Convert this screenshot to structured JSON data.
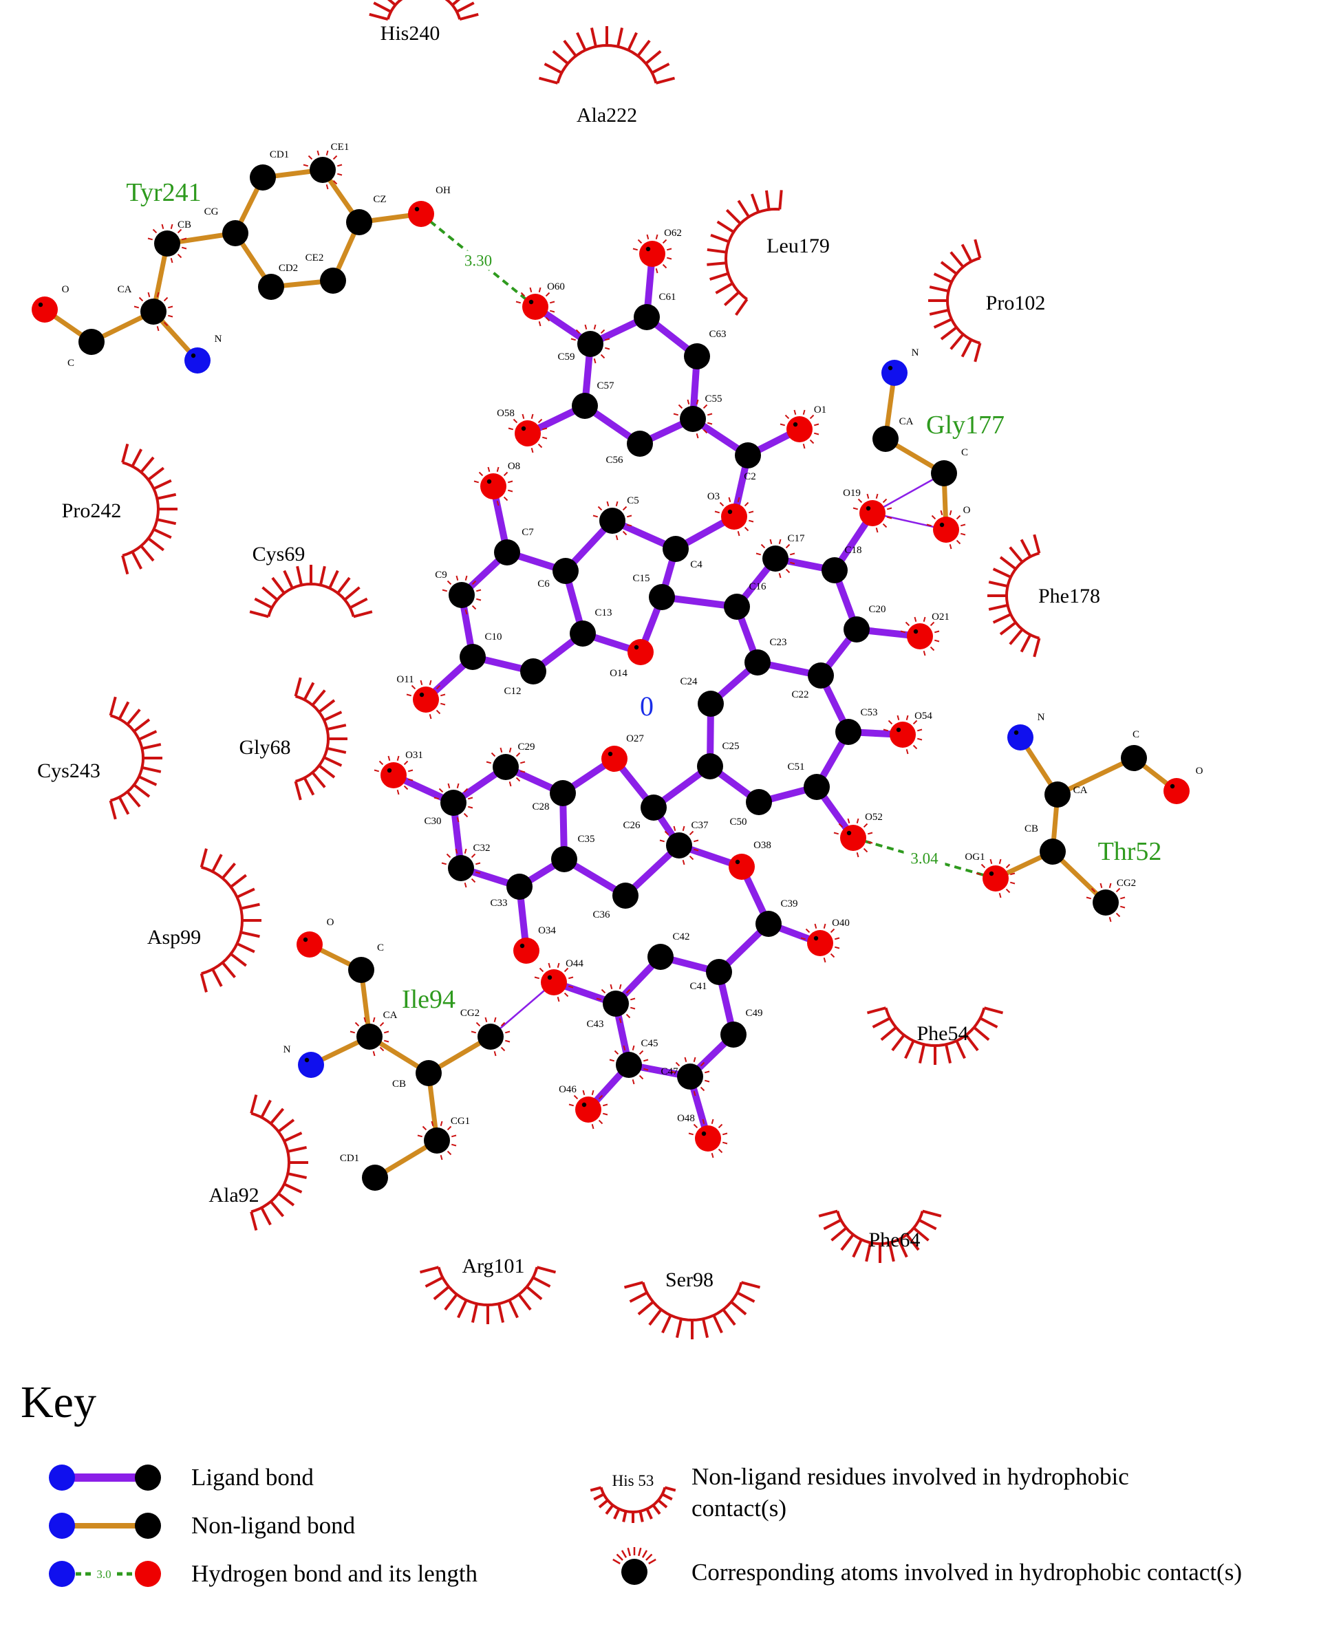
{
  "ligand_label": "0",
  "colors": {
    "ligand_bond": "#8b1fe8",
    "nonligand_bond": "#cf8a20",
    "hbond": "#2e9a1e",
    "carbon": "#000000",
    "oxygen": "#ee0000",
    "nitrogen": "#1010ee",
    "hydrophobic": "#cc1111",
    "residue_label": "#2e9a1e"
  },
  "atoms": [
    {
      "id": "Y_O",
      "label": "O",
      "element": "O"
    },
    {
      "id": "Y_C",
      "label": "C",
      "element": "C"
    },
    {
      "id": "Y_CA",
      "label": "CA",
      "element": "C"
    },
    {
      "id": "Y_N",
      "label": "N",
      "element": "N"
    },
    {
      "id": "Y_CB",
      "label": "CB",
      "element": "C"
    },
    {
      "id": "Y_CG",
      "label": "CG",
      "element": "C"
    },
    {
      "id": "Y_CD1",
      "label": "CD1",
      "element": "C"
    },
    {
      "id": "Y_CE1",
      "label": "CE1",
      "element": "C"
    },
    {
      "id": "Y_CZ",
      "label": "CZ",
      "element": "C"
    },
    {
      "id": "Y_OH",
      "label": "OH",
      "element": "O"
    },
    {
      "id": "Y_CE2",
      "label": "CE2",
      "element": "C"
    },
    {
      "id": "Y_CD2",
      "label": "CD2",
      "element": "C"
    },
    {
      "id": "G_N",
      "label": "N",
      "element": "N"
    },
    {
      "id": "G_CA",
      "label": "CA",
      "element": "C"
    },
    {
      "id": "G_C",
      "label": "C",
      "element": "C"
    },
    {
      "id": "G_O",
      "label": "O",
      "element": "O"
    },
    {
      "id": "T_N",
      "label": "N",
      "element": "N"
    },
    {
      "id": "T_CA",
      "label": "CA",
      "element": "C"
    },
    {
      "id": "T_C",
      "label": "C",
      "element": "C"
    },
    {
      "id": "T_O",
      "label": "O",
      "element": "O"
    },
    {
      "id": "T_CB",
      "label": "CB",
      "element": "C"
    },
    {
      "id": "T_OG1",
      "label": "OG1",
      "element": "O"
    },
    {
      "id": "T_CG2",
      "label": "CG2",
      "element": "C"
    },
    {
      "id": "I_O",
      "label": "O",
      "element": "O"
    },
    {
      "id": "I_C",
      "label": "C",
      "element": "C"
    },
    {
      "id": "I_CA",
      "label": "CA",
      "element": "C"
    },
    {
      "id": "I_N",
      "label": "N",
      "element": "N"
    },
    {
      "id": "I_CB",
      "label": "CB",
      "element": "C"
    },
    {
      "id": "I_CG2",
      "label": "CG2",
      "element": "C"
    },
    {
      "id": "I_CG1",
      "label": "CG1",
      "element": "C"
    },
    {
      "id": "I_CD1",
      "label": "CD1",
      "element": "C"
    },
    {
      "id": "O62",
      "label": "O62",
      "element": "O"
    },
    {
      "id": "C61",
      "label": "C61",
      "element": "C"
    },
    {
      "id": "O60",
      "label": "O60",
      "element": "O"
    },
    {
      "id": "C59",
      "label": "C59",
      "element": "C"
    },
    {
      "id": "C63",
      "label": "C63",
      "element": "C"
    },
    {
      "id": "C57",
      "label": "C57",
      "element": "C"
    },
    {
      "id": "C55",
      "label": "C55",
      "element": "C"
    },
    {
      "id": "O58",
      "label": "O58",
      "element": "O"
    },
    {
      "id": "C56",
      "label": "C56",
      "element": "C"
    },
    {
      "id": "O1",
      "label": "O1",
      "element": "O"
    },
    {
      "id": "C2",
      "label": "C2",
      "element": "C"
    },
    {
      "id": "O3",
      "label": "O3",
      "element": "O"
    },
    {
      "id": "O8",
      "label": "O8",
      "element": "O"
    },
    {
      "id": "C5",
      "label": "C5",
      "element": "C"
    },
    {
      "id": "C7",
      "label": "C7",
      "element": "C"
    },
    {
      "id": "C4",
      "label": "C4",
      "element": "C"
    },
    {
      "id": "C6",
      "label": "C6",
      "element": "C"
    },
    {
      "id": "C9",
      "label": "C9",
      "element": "C"
    },
    {
      "id": "C15",
      "label": "C15",
      "element": "C"
    },
    {
      "id": "C16",
      "label": "C16",
      "element": "C"
    },
    {
      "id": "C13",
      "label": "C13",
      "element": "C"
    },
    {
      "id": "C10",
      "label": "C10",
      "element": "C"
    },
    {
      "id": "O14",
      "label": "O14",
      "element": "O"
    },
    {
      "id": "C12",
      "label": "C12",
      "element": "C"
    },
    {
      "id": "O11",
      "label": "O11",
      "element": "O"
    },
    {
      "id": "C17",
      "label": "C17",
      "element": "C"
    },
    {
      "id": "C18",
      "label": "C18",
      "element": "C"
    },
    {
      "id": "O19",
      "label": "O19",
      "element": "O"
    },
    {
      "id": "C20",
      "label": "C20",
      "element": "C"
    },
    {
      "id": "O21",
      "label": "O21",
      "element": "O"
    },
    {
      "id": "C23",
      "label": "C23",
      "element": "C"
    },
    {
      "id": "C22",
      "label": "C22",
      "element": "C"
    },
    {
      "id": "C24",
      "label": "C24",
      "element": "C"
    },
    {
      "id": "C53",
      "label": "C53",
      "element": "C"
    },
    {
      "id": "O54",
      "label": "O54",
      "element": "O"
    },
    {
      "id": "C25",
      "label": "C25",
      "element": "C"
    },
    {
      "id": "C51",
      "label": "C51",
      "element": "C"
    },
    {
      "id": "C50",
      "label": "C50",
      "element": "C"
    },
    {
      "id": "O52",
      "label": "O52",
      "element": "O"
    },
    {
      "id": "O27",
      "label": "O27",
      "element": "O"
    },
    {
      "id": "C29",
      "label": "C29",
      "element": "C"
    },
    {
      "id": "O31",
      "label": "O31",
      "element": "O"
    },
    {
      "id": "C28",
      "label": "C28",
      "element": "C"
    },
    {
      "id": "C30",
      "label": "C30",
      "element": "C"
    },
    {
      "id": "C26",
      "label": "C26",
      "element": "C"
    },
    {
      "id": "C37",
      "label": "C37",
      "element": "C"
    },
    {
      "id": "C35",
      "label": "C35",
      "element": "C"
    },
    {
      "id": "C32",
      "label": "C32",
      "element": "C"
    },
    {
      "id": "O38",
      "label": "O38",
      "element": "O"
    },
    {
      "id": "C33",
      "label": "C33",
      "element": "C"
    },
    {
      "id": "C36",
      "label": "C36",
      "element": "C"
    },
    {
      "id": "C39",
      "label": "C39",
      "element": "C"
    },
    {
      "id": "O40",
      "label": "O40",
      "element": "O"
    },
    {
      "id": "O34",
      "label": "O34",
      "element": "O"
    },
    {
      "id": "C42",
      "label": "C42",
      "element": "C"
    },
    {
      "id": "O44",
      "label": "O44",
      "element": "O"
    },
    {
      "id": "C41",
      "label": "C41",
      "element": "C"
    },
    {
      "id": "C43",
      "label": "C43",
      "element": "C"
    },
    {
      "id": "C49",
      "label": "C49",
      "element": "C"
    },
    {
      "id": "C45",
      "label": "C45",
      "element": "C"
    },
    {
      "id": "C47",
      "label": "C47",
      "element": "C"
    },
    {
      "id": "O46",
      "label": "O46",
      "element": "O"
    },
    {
      "id": "O48",
      "label": "O48",
      "element": "O"
    }
  ],
  "ligand_bonds": [
    [
      "O62",
      "C61"
    ],
    [
      "C61",
      "C59"
    ],
    [
      "C61",
      "C63"
    ],
    [
      "C59",
      "O60"
    ],
    [
      "C59",
      "C57"
    ],
    [
      "C63",
      "C55"
    ],
    [
      "C57",
      "O58"
    ],
    [
      "C57",
      "C56"
    ],
    [
      "C56",
      "C55"
    ],
    [
      "C55",
      "C2"
    ],
    [
      "C2",
      "O1"
    ],
    [
      "C2",
      "O3"
    ],
    [
      "O3",
      "C4"
    ],
    [
      "C4",
      "C5"
    ],
    [
      "C5",
      "C6"
    ],
    [
      "C4",
      "C15"
    ],
    [
      "C6",
      "C7"
    ],
    [
      "C7",
      "O8"
    ],
    [
      "C7",
      "C9"
    ],
    [
      "C9",
      "C10"
    ],
    [
      "C10",
      "O11"
    ],
    [
      "C10",
      "C12"
    ],
    [
      "C12",
      "C13"
    ],
    [
      "C13",
      "C6"
    ],
    [
      "C13",
      "O14"
    ],
    [
      "O14",
      "C15"
    ],
    [
      "C15",
      "C16"
    ],
    [
      "C16",
      "C17"
    ],
    [
      "C17",
      "C18"
    ],
    [
      "C18",
      "O19"
    ],
    [
      "C18",
      "C20"
    ],
    [
      "C20",
      "O21"
    ],
    [
      "C20",
      "C22"
    ],
    [
      "C22",
      "C23"
    ],
    [
      "C23",
      "C16"
    ],
    [
      "C23",
      "C24"
    ],
    [
      "C22",
      "C53"
    ],
    [
      "C53",
      "O54"
    ],
    [
      "C53",
      "C51"
    ],
    [
      "C51",
      "O52"
    ],
    [
      "C51",
      "C50"
    ],
    [
      "C50",
      "C25"
    ],
    [
      "C25",
      "C24"
    ],
    [
      "C25",
      "C26"
    ],
    [
      "C26",
      "O27"
    ],
    [
      "O27",
      "C28"
    ],
    [
      "C28",
      "C29"
    ],
    [
      "C29",
      "C30"
    ],
    [
      "C30",
      "O31"
    ],
    [
      "C30",
      "C32"
    ],
    [
      "C32",
      "C33"
    ],
    [
      "C33",
      "O34"
    ],
    [
      "C33",
      "C35"
    ],
    [
      "C35",
      "C28"
    ],
    [
      "C35",
      "C36"
    ],
    [
      "C36",
      "C37"
    ],
    [
      "C37",
      "C26"
    ],
    [
      "C37",
      "O38"
    ],
    [
      "O38",
      "C39"
    ],
    [
      "C39",
      "O40"
    ],
    [
      "C39",
      "C41"
    ],
    [
      "C41",
      "C42"
    ],
    [
      "C42",
      "C43"
    ],
    [
      "C43",
      "O44"
    ],
    [
      "C43",
      "C45"
    ],
    [
      "C45",
      "O46"
    ],
    [
      "C45",
      "C47"
    ],
    [
      "C47",
      "O48"
    ],
    [
      "C47",
      "C49"
    ],
    [
      "C49",
      "C41"
    ]
  ],
  "nonligand_bonds": [
    [
      "Y_O",
      "Y_C"
    ],
    [
      "Y_C",
      "Y_CA"
    ],
    [
      "Y_CA",
      "Y_N"
    ],
    [
      "Y_CA",
      "Y_CB"
    ],
    [
      "Y_CB",
      "Y_CG"
    ],
    [
      "Y_CG",
      "Y_CD1"
    ],
    [
      "Y_CD1",
      "Y_CE1"
    ],
    [
      "Y_CE1",
      "Y_CZ"
    ],
    [
      "Y_CZ",
      "Y_OH"
    ],
    [
      "Y_CZ",
      "Y_CE2"
    ],
    [
      "Y_CE2",
      "Y_CD2"
    ],
    [
      "Y_CD2",
      "Y_CG"
    ],
    [
      "G_N",
      "G_CA"
    ],
    [
      "G_CA",
      "G_C"
    ],
    [
      "G_C",
      "G_O"
    ],
    [
      "T_N",
      "T_CA"
    ],
    [
      "T_CA",
      "T_C"
    ],
    [
      "T_C",
      "T_O"
    ],
    [
      "T_CA",
      "T_CB"
    ],
    [
      "T_CB",
      "T_OG1"
    ],
    [
      "T_CB",
      "T_CG2"
    ],
    [
      "I_O",
      "I_C"
    ],
    [
      "I_C",
      "I_CA"
    ],
    [
      "I_CA",
      "I_N"
    ],
    [
      "I_CA",
      "I_CB"
    ],
    [
      "I_CB",
      "I_CG2"
    ],
    [
      "I_CB",
      "I_CG1"
    ],
    [
      "I_CG1",
      "I_CD1"
    ]
  ],
  "thin_ligand_contacts": [
    [
      "O19",
      "G_C"
    ],
    [
      "O19",
      "G_O"
    ],
    [
      "O44",
      "I_CG2"
    ]
  ],
  "hydrogen_bonds": [
    {
      "from": "Y_OH",
      "to": "O60",
      "length": "3.30"
    },
    {
      "from": "O52",
      "to": "T_OG1",
      "length": "3.04"
    }
  ],
  "hydrophobic_atoms": [
    "Y_CA",
    "Y_CB",
    "Y_CE1",
    "O62",
    "O60",
    "C59",
    "O58",
    "C55",
    "O1",
    "O3",
    "O8",
    "C5",
    "C9",
    "O11",
    "C17",
    "O19",
    "G_O",
    "O21",
    "O54",
    "O52",
    "T_OG1",
    "T_CG2",
    "O31",
    "C29",
    "C30",
    "C32",
    "O40",
    "O44",
    "C43",
    "O46",
    "O48",
    "C45",
    "C47",
    "C37",
    "I_CG2",
    "I_CG1",
    "I_CA"
  ],
  "residue_names": {
    "Y": "Tyr241",
    "G": "Gly177",
    "T": "Thr52",
    "I": "Ile94"
  },
  "hydrophobic_residues": [
    {
      "name": "His240"
    },
    {
      "name": "Ala222"
    },
    {
      "name": "Leu179"
    },
    {
      "name": "Pro102"
    },
    {
      "name": "Pro242"
    },
    {
      "name": "Cys69"
    },
    {
      "name": "Phe178"
    },
    {
      "name": "Cys243"
    },
    {
      "name": "Gly68"
    },
    {
      "name": "Asp99"
    },
    {
      "name": "Phe54"
    },
    {
      "name": "Ala92"
    },
    {
      "name": "Arg101"
    },
    {
      "name": "Ser98"
    },
    {
      "name": "Phe64"
    }
  ],
  "key": {
    "title": "Key",
    "ligand_bond": "Ligand bond",
    "nonligand_bond": "Non-ligand bond",
    "hbond": "Hydrogen bond and its length",
    "hbond_sample_length": "3.0",
    "hydrophobic_residue_example": "His 53",
    "hydrophobic_residues_line1": "Non-ligand residues involved in hydrophobic",
    "hydrophobic_residues_line2": "contact(s)",
    "hydrophobic_atoms": "Corresponding atoms involved in hydrophobic contact(s)"
  }
}
